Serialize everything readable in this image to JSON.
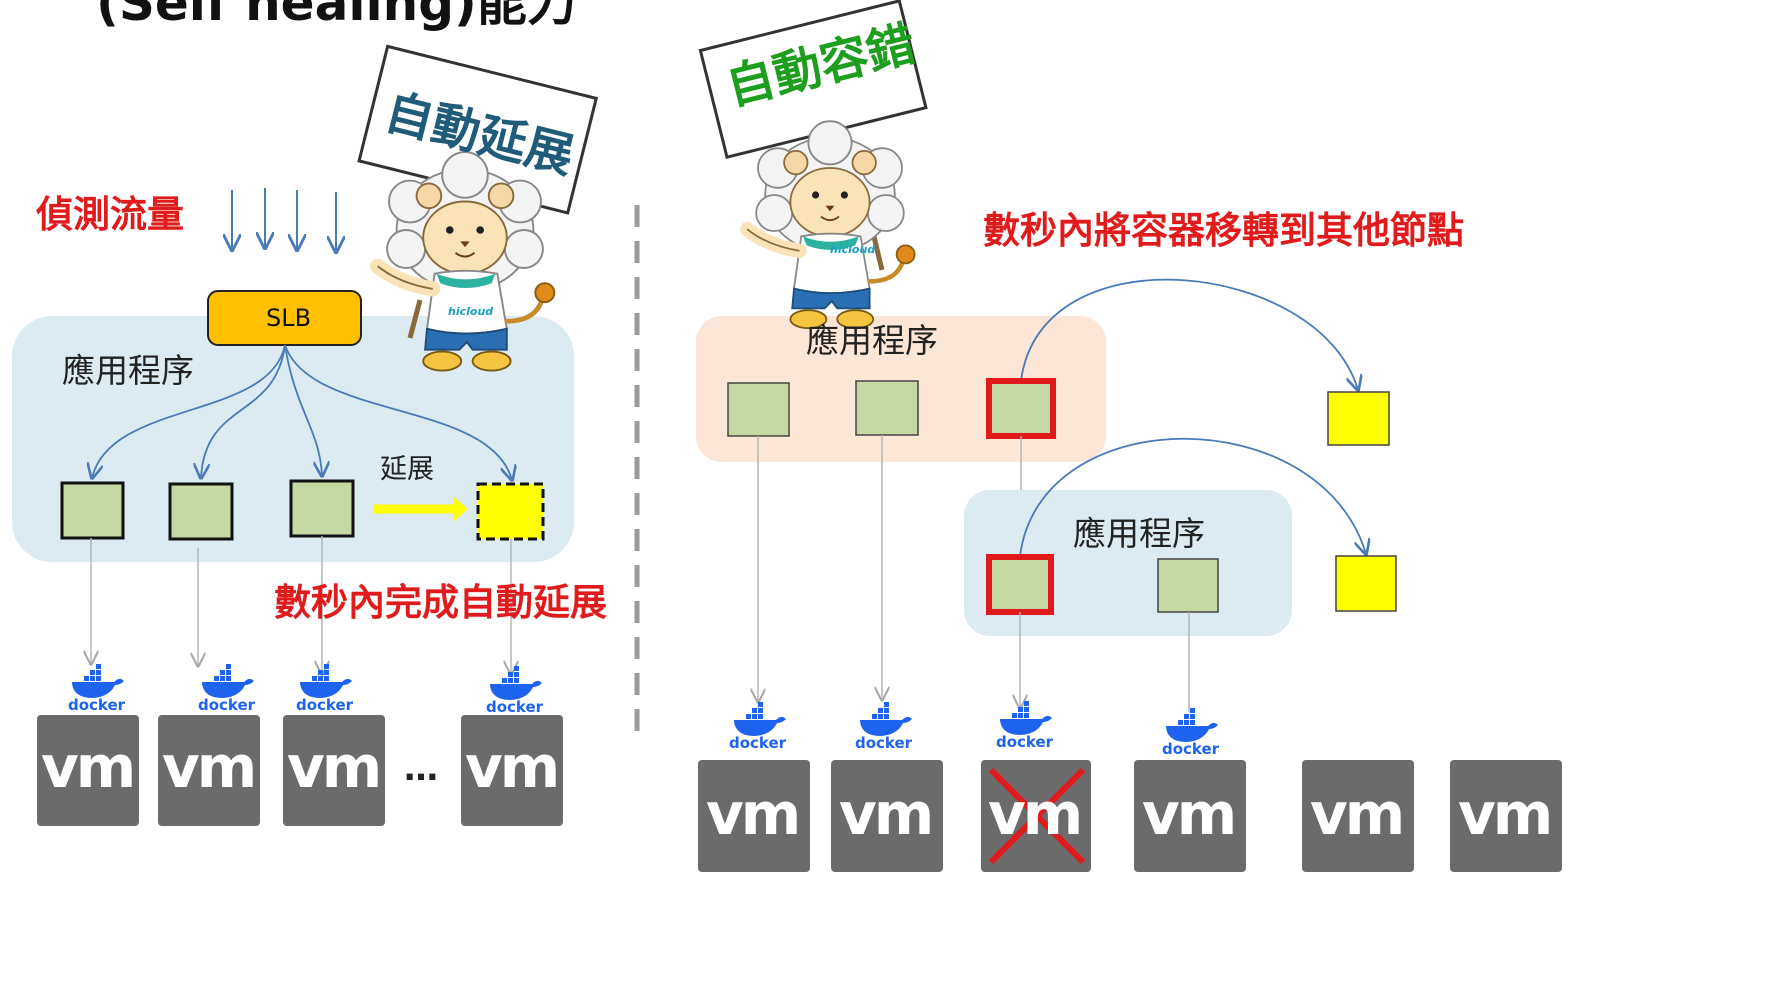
{
  "title": "(Self healing)能力",
  "left_panel": {
    "sign_text": "自動延展",
    "sign_color": "#1f5c7a",
    "detect_label": "偵測流量",
    "slb_label": "SLB",
    "app_label": "應用程序",
    "scale_label": "延展",
    "completion_label": "數秒內完成自動延展",
    "docker_label": "docker",
    "vm_label": "vm",
    "ellipsis": "…",
    "mascot_brand": "hicloud"
  },
  "right_panel": {
    "sign_text": "自動容錯",
    "sign_color": "#1e9e1e",
    "migrate_label": "數秒內將容器移轉到其他節點",
    "app_label_top": "應用程序",
    "app_label_bottom": "應用程序",
    "docker_label": "docker",
    "vm_label": "vm",
    "mascot_brand": "hicloud"
  },
  "colors": {
    "accent_red": "#e11b1b",
    "slb_fill": "#ffc000",
    "container_fill": "#c5d8a4",
    "new_container_fill": "#ffff00",
    "app_zone_blue": "#dcebf2",
    "app_zone_orange": "#fbe6d8",
    "vm_gray": "#6b6b6b",
    "arrow_blue": "#4a7ab8",
    "docker_blue": "#1d63ed"
  }
}
